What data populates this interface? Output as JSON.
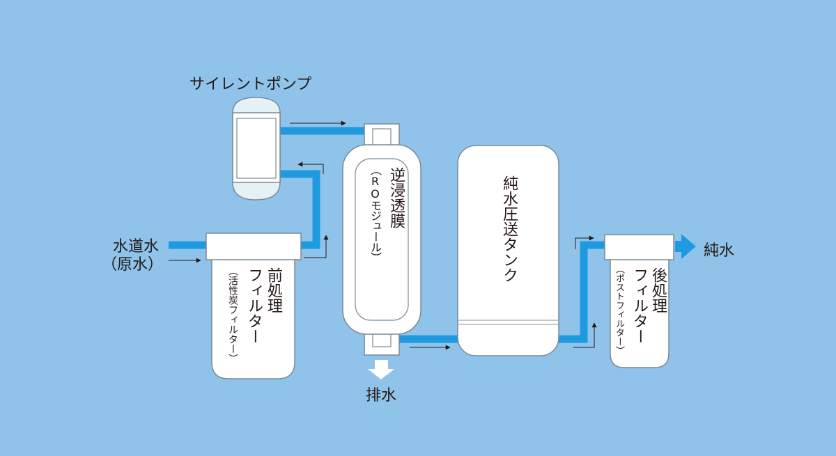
{
  "colors": {
    "background": "#8fc3ea",
    "pipe": "#1e9be0",
    "unit_fill": "#ffffff",
    "unit_stroke": "#7a8a94",
    "pump_tint": "#e6f1f5",
    "text": "#231815"
  },
  "labels": {
    "pump": "サイレントポンプ",
    "input_line1": "水道水",
    "input_line2": "（原水）",
    "prefilter_title": "前処理\nフィルター",
    "prefilter_note": "（活性炭フィルター）",
    "ro_title": "逆浸透膜",
    "ro_note": "（ROモジュール）",
    "tank": "純水圧送タンク",
    "drain": "排水",
    "postfilter_title": "後処理\nフィルター",
    "postfilter_note": "（ポストフィルター）",
    "output": "純水"
  }
}
